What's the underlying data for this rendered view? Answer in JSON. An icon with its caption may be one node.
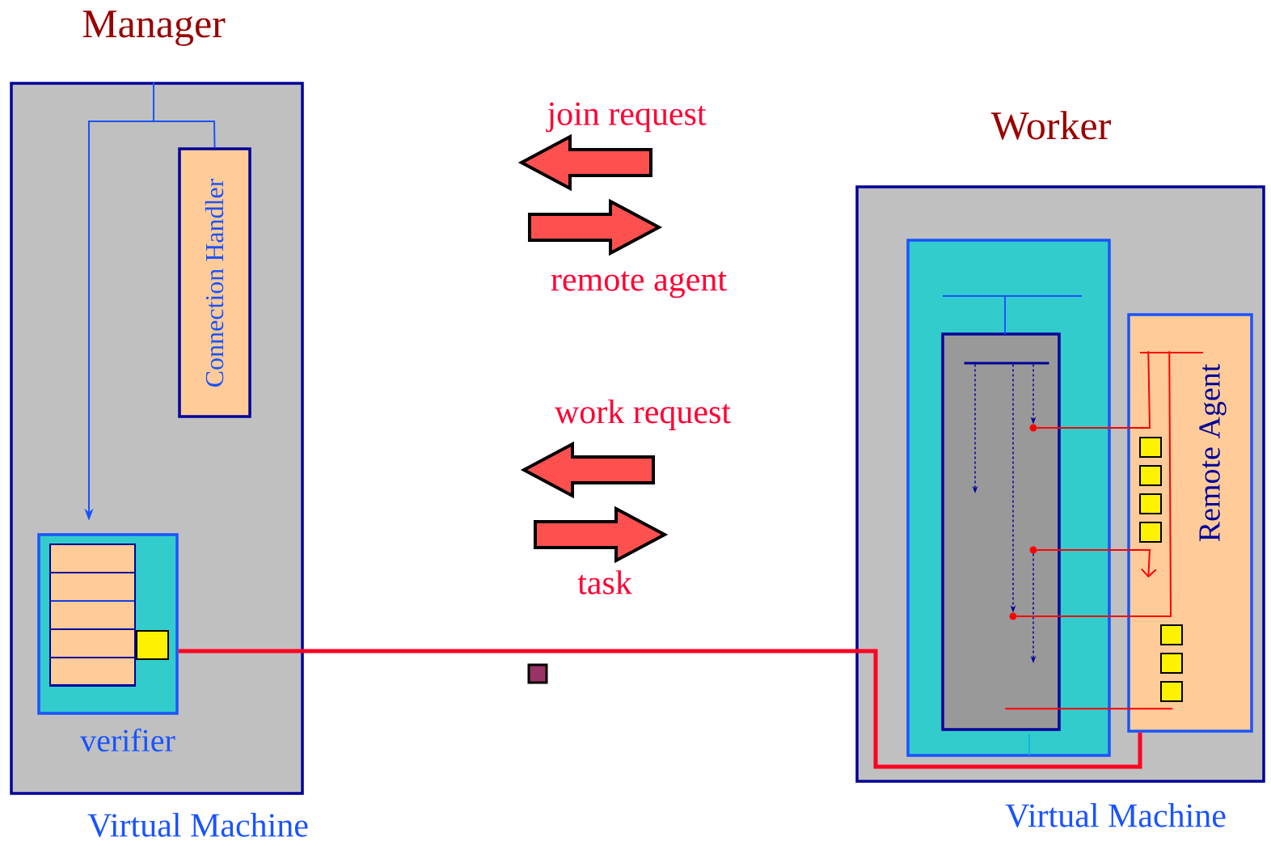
{
  "diagram": {
    "nodes": [
      {
        "text": [
          "Manager",
          "Virtual Machine"
        ]
      },
      {
        "text": [
          "Connection Handler"
        ],
        "in": 0
      },
      {
        "text": [
          "verifier"
        ],
        "in": 0
      },
      {
        "text": [
          "Worker",
          "Virtual Machine"
        ]
      },
      {
        "text": [],
        "shape": "box",
        "in": 3
      },
      {
        "text": [],
        "shape": "box",
        "in": 4
      },
      {
        "text": [
          "Remote Agent"
        ],
        "in": 3
      },
      {
        "text": [],
        "shape": "circle",
        "in": 5
      },
      {
        "text": [],
        "shape": "circle",
        "in": 5
      },
      {
        "text": [],
        "shape": "circle",
        "in": 5
      },
      {
        "text": [],
        "shape": "bar",
        "in": 5
      }
    ],
    "edges": [
      {
        "from": 1,
        "to": 2,
        "arrow": "to",
        "color": "#1a53ff"
      },
      {
        "from": 2,
        "to": 6,
        "arrow": "none",
        "style": "thick",
        "color": "#ff0022"
      },
      {
        "from": 0,
        "to": 2,
        "arrow": "to",
        "color": "#1a53ff"
      },
      {
        "from": 7,
        "to": 6,
        "arrow": "none",
        "color": "#ff0000"
      },
      {
        "from": 8,
        "to": 6,
        "arrow": "to",
        "color": "#ff0000"
      },
      {
        "from": 9,
        "to": 6,
        "arrow": "none",
        "color": "#ff0000"
      },
      {
        "from": 5,
        "to": 6,
        "arrow": "none",
        "color": "#ff0000"
      },
      {
        "from": 10,
        "to": null,
        "arrow": "to",
        "style": "dashed",
        "color": "#000099"
      },
      {
        "from": 10,
        "to": 9,
        "arrow": "to",
        "style": "dashed",
        "color": "#000099"
      },
      {
        "from": 10,
        "to": 7,
        "arrow": "to",
        "style": "dashed",
        "color": "#000099"
      },
      {
        "from": 8,
        "to": null,
        "arrow": "to",
        "style": "dashed",
        "color": "#000099"
      }
    ],
    "labels": [
      "join request",
      "remote agent",
      "work request",
      "task"
    ]
  }
}
